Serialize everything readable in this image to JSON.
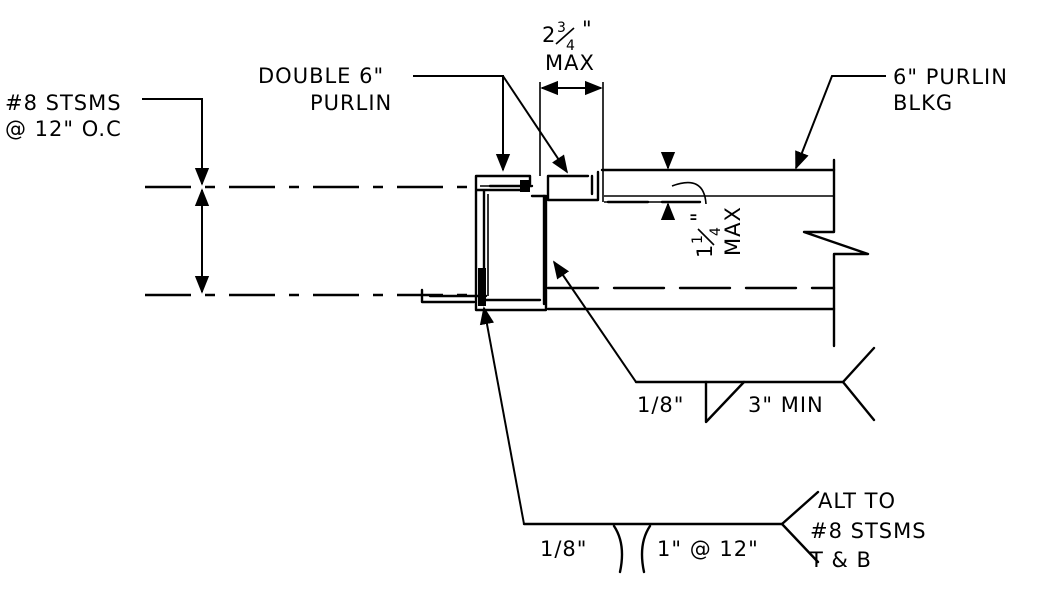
{
  "labels": {
    "double_purlin_line1": "DOUBLE 6\"",
    "double_purlin_line2": "PURLIN",
    "stsms_line1": "#8 STSMS",
    "stsms_line2": "@ 12\" O.C",
    "max_top_whole": "2",
    "max_top_num": "3",
    "max_top_den": "4",
    "max_top_inch": "\"",
    "max_top_word": "MAX",
    "purlin_blkg_line1": "6\" PURLIN",
    "purlin_blkg_line2": "BLKG",
    "max_side_whole": "1",
    "max_side_num": "1",
    "max_side_den": "4",
    "max_side_inch": "\"",
    "max_side_word": "MAX",
    "weld1_size": "1/8\"",
    "weld1_length": "3\" MIN",
    "weld2_size": "1/8\"",
    "weld2_length": "1\" @ 12\"",
    "alt_line1": "ALT TO",
    "alt_line2": "#8 STSMS",
    "alt_line3": "T & B"
  }
}
